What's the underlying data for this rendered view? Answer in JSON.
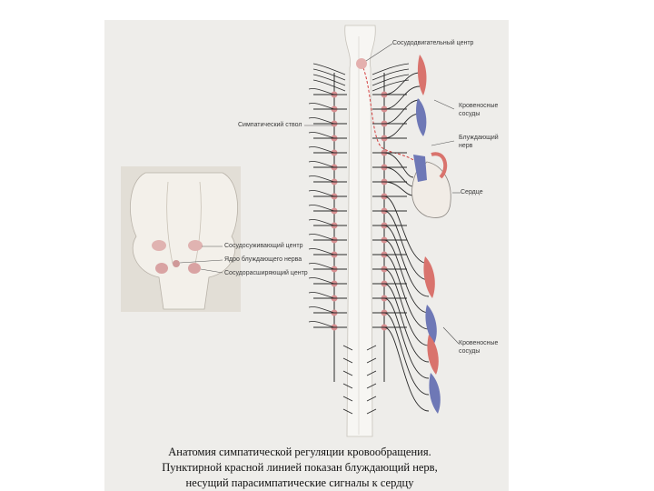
{
  "labels": {
    "vasomotor_center_top": "Сосудодвигательный центр",
    "sympathetic_trunk": "Симпатический ствол",
    "blood_vessels_top_line1": "Кровеносные",
    "blood_vessels_top_line2": "сосуды",
    "vagus_nerve_line1": "Блуждающий",
    "vagus_nerve_line2": "нерв",
    "heart": "Сердце",
    "blood_vessels_bottom_line1": "Кровеносные",
    "blood_vessels_bottom_line2": "сосуды",
    "inset_vasoconstrictor_center": "Сосудосуживающий центр",
    "inset_vagus_nucleus": "Ядро блуждающего нерва",
    "inset_vasodilator_center": "Сосудорасширяющий центр"
  },
  "caption": {
    "line1": "Анатомия симпатической регуляции кровообращения.",
    "line2": "Пунктирной красной линией показан блуждающий нерв,",
    "line3": "несущий парасимпатические сигналы к сердцу"
  },
  "colors": {
    "background": "#eeedea",
    "artery": "#d9736d",
    "vein": "#6e78b6",
    "ganglion": "#d88f91",
    "vagus": "#d34040",
    "nerve": "#1c1c1c",
    "spinal_cord": "#f5f4f1"
  }
}
